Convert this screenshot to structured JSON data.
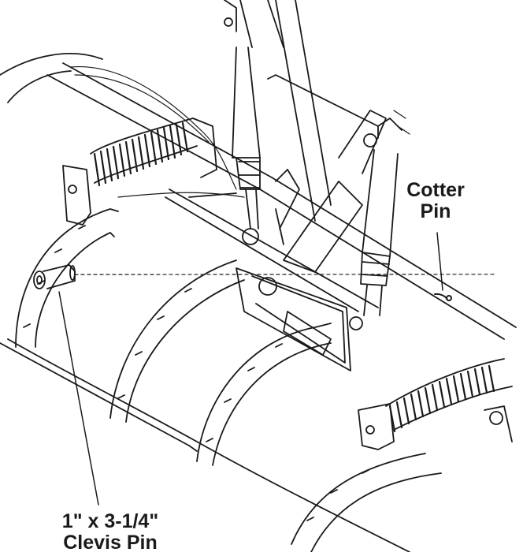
{
  "diagram": {
    "labels": {
      "cotter_pin_line1": "Cotter",
      "cotter_pin_line2": "Pin",
      "clevis_pin_line1": "1\" x 3-1/4\"",
      "clevis_pin_line2": "Clevis Pin"
    },
    "parts": [
      "snowplow-moldboard",
      "trip-spring-left",
      "trip-spring-right",
      "lift-cylinder-left",
      "lift-cylinder-right",
      "a-frame-pivot",
      "clevis-pin",
      "cotter-pin"
    ],
    "colors": {
      "line": "#1a1a1a",
      "background": "#ffffff"
    }
  }
}
